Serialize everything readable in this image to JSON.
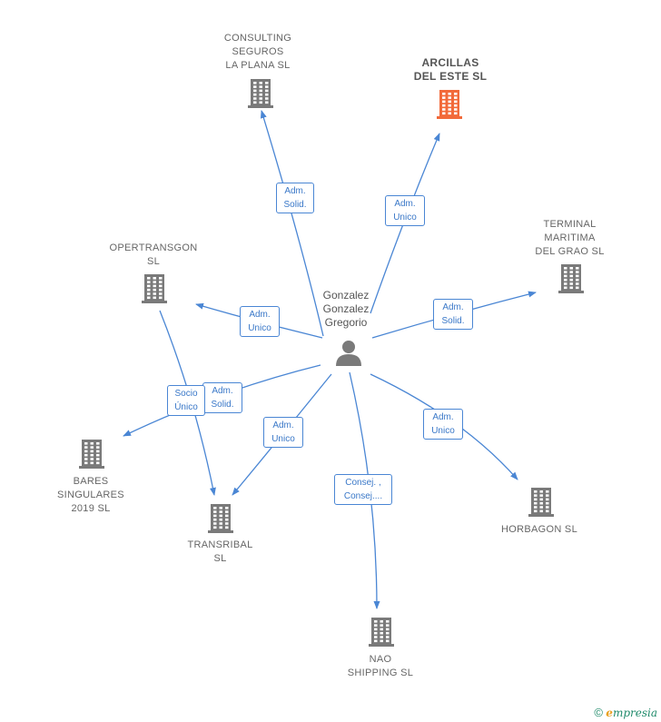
{
  "center": {
    "name": "Gonzalez\nGonzalez\nGregorio"
  },
  "companies": [
    {
      "name": "CONSULTING\nSEGUROS\nLA PLANA SL",
      "role": "Adm.\nSolid.",
      "focus": false
    },
    {
      "name": "ARCILLAS\nDEL ESTE  SL",
      "role": "Adm.\nUnico",
      "focus": true
    },
    {
      "name": "TERMINAL\nMARITIMA\nDEL GRAO SL",
      "role": "Adm.\nSolid.",
      "focus": false
    },
    {
      "name": "OPERTRANSGON\nSL",
      "role": "Adm.\nUnico",
      "focus": false
    },
    {
      "name": "BARES\nSINGULARES\n2019  SL",
      "role": "Adm.\nSolid.",
      "focus": false
    },
    {
      "name": "TRANSRIBAL\nSL",
      "role": "Adm.\nUnico",
      "focus": false
    },
    {
      "name": "NAO\nSHIPPING  SL",
      "role": "Consej. ,\nConsej....",
      "focus": false
    },
    {
      "name": "HORBAGON SL",
      "role": "Adm.\nUnico",
      "focus": false
    }
  ],
  "secondary_links": [
    {
      "from": "OPERTRANSGON\nSL",
      "to": "TRANSRIBAL\nSL",
      "role": "Socio\nÚnico"
    }
  ],
  "colors": {
    "edge": "#4a86d4",
    "building": "#7a7a7a",
    "focus_building": "#f26a3a",
    "person": "#7a7a7a"
  },
  "footer": {
    "copyright": "©",
    "brand_initial": "e",
    "brand_rest": "mpresia"
  }
}
